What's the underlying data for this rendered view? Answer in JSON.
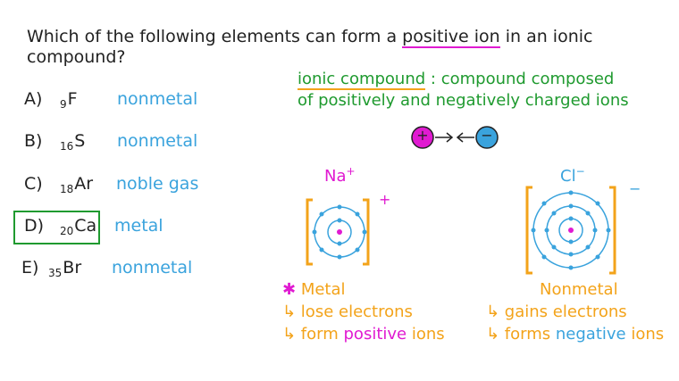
{
  "question": {
    "text_before": "Which of the following elements can form a ",
    "highlight": "positive ion",
    "text_after": " in an ionic compound?"
  },
  "options": [
    {
      "letter": "A)",
      "mass": "9",
      "symbol": "F",
      "type": "nonmetal"
    },
    {
      "letter": "B)",
      "mass": "16",
      "symbol": "S",
      "type": "nonmetal"
    },
    {
      "letter": "C)",
      "mass": "18",
      "symbol": "Ar",
      "type": "noble gas"
    },
    {
      "letter": "D)",
      "mass": "20",
      "symbol": "Ca",
      "type": "metal"
    },
    {
      "letter": "E)",
      "mass": "35",
      "symbol": "Br",
      "type": "nonmetal"
    }
  ],
  "definition": {
    "term": "ionic compound",
    "separator": ":",
    "line1": "compound composed",
    "line2": "of positively and negatively charged ions"
  },
  "attraction": {
    "positive": "+",
    "arrows": "→←",
    "negative": "−"
  },
  "sodium": {
    "label": "Na",
    "charge": "+",
    "bracket_charge": "+"
  },
  "chlorine": {
    "label": "Cl",
    "charge": "−",
    "bracket_charge": "−"
  },
  "metal_notes": {
    "star": "✱",
    "title": "Metal",
    "line1": "↳ lose electrons",
    "line2_prefix": "↳ form ",
    "line2_highlight": "positive",
    "line2_suffix": " ions"
  },
  "nonmetal_notes": {
    "title": "Nonmetal",
    "line1": "↳ gains electrons",
    "line2_prefix": "↳ forms ",
    "line2_highlight": "negative",
    "line2_suffix": " ions"
  },
  "colors": {
    "pink": "#e01ad1",
    "blue": "#3aa3dd",
    "green": "#1f9a2f",
    "orange": "#f3a31a"
  }
}
